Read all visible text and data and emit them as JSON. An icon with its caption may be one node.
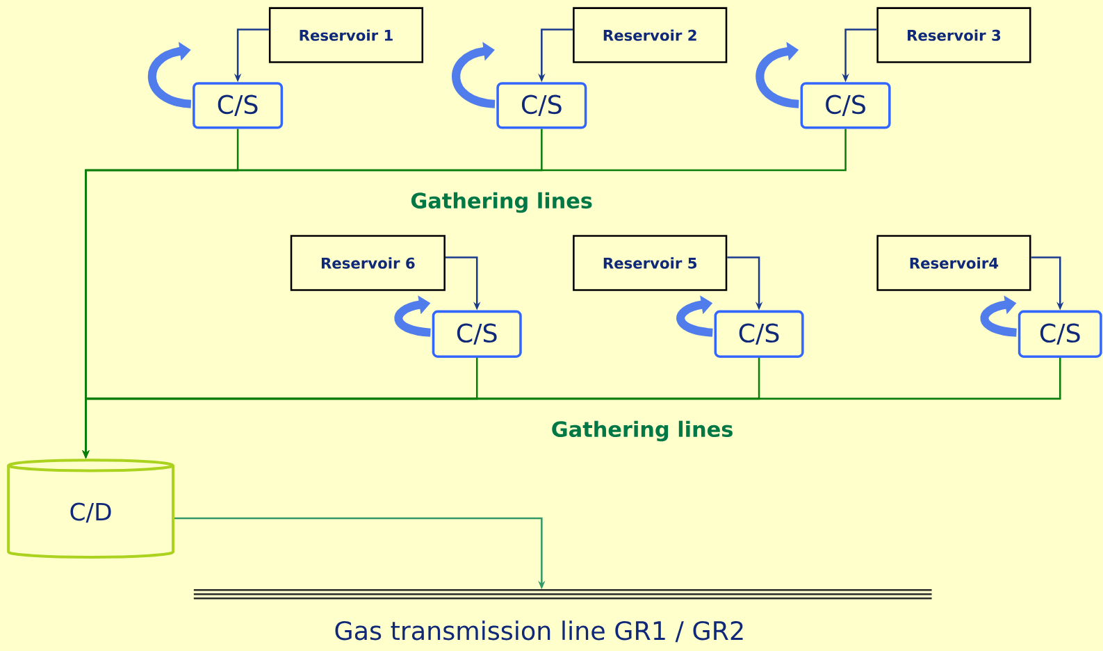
{
  "diagram": {
    "nodes": [
      {
        "text": [
          "Reservoir 1"
        ]
      },
      {
        "text": [
          "C/S"
        ]
      },
      {
        "text": [
          "Reservoir 2"
        ]
      },
      {
        "text": [
          "C/S"
        ]
      },
      {
        "text": [
          "Reservoir 3"
        ]
      },
      {
        "text": [
          "C/S"
        ]
      },
      {
        "text": [
          "Reservoir 6"
        ]
      },
      {
        "text": [
          "C/S"
        ]
      },
      {
        "text": [
          "Reservoir 5"
        ]
      },
      {
        "text": [
          "C/S"
        ]
      },
      {
        "text": [
          "Reservoir4"
        ]
      },
      {
        "text": [
          "C/S"
        ]
      },
      {
        "text": [
          "C/D"
        ]
      },
      {
        "text": [],
        "shape": "bar",
        "beside": [
          "Gas transmission line GR1 / GR2"
        ]
      }
    ],
    "edges": [
      {
        "from": 0,
        "to": 1,
        "arrow": "to",
        "color": "#1a3a8c"
      },
      {
        "from": 2,
        "to": 3,
        "arrow": "to",
        "color": "#1a3a8c"
      },
      {
        "from": 4,
        "to": 5,
        "arrow": "to",
        "color": "#1a3a8c"
      },
      {
        "from": 6,
        "to": 7,
        "arrow": "to",
        "color": "#1a3a8c"
      },
      {
        "from": 8,
        "to": 9,
        "arrow": "to",
        "color": "#1a3a8c"
      },
      {
        "from": 10,
        "to": 11,
        "arrow": "to",
        "color": "#1a3a8c"
      },
      {
        "from": 1,
        "to": 12,
        "arrow": "to",
        "color": "#0a7d0a"
      },
      {
        "from": 3,
        "to": 12,
        "arrow": "to",
        "color": "#0a7d0a"
      },
      {
        "from": 5,
        "to": 12,
        "arrow": "to",
        "color": "#0a7d0a"
      },
      {
        "from": 7,
        "to": 12,
        "arrow": "to",
        "color": "#0a7d0a"
      },
      {
        "from": 9,
        "to": 12,
        "arrow": "to",
        "color": "#0a7d0a"
      },
      {
        "from": 11,
        "to": 12,
        "arrow": "to",
        "color": "#0a7d0a"
      },
      {
        "from": 12,
        "to": 13,
        "arrow": "to",
        "color": "#339966"
      }
    ],
    "labels": [
      "Gathering lines",
      "Gathering lines"
    ]
  }
}
